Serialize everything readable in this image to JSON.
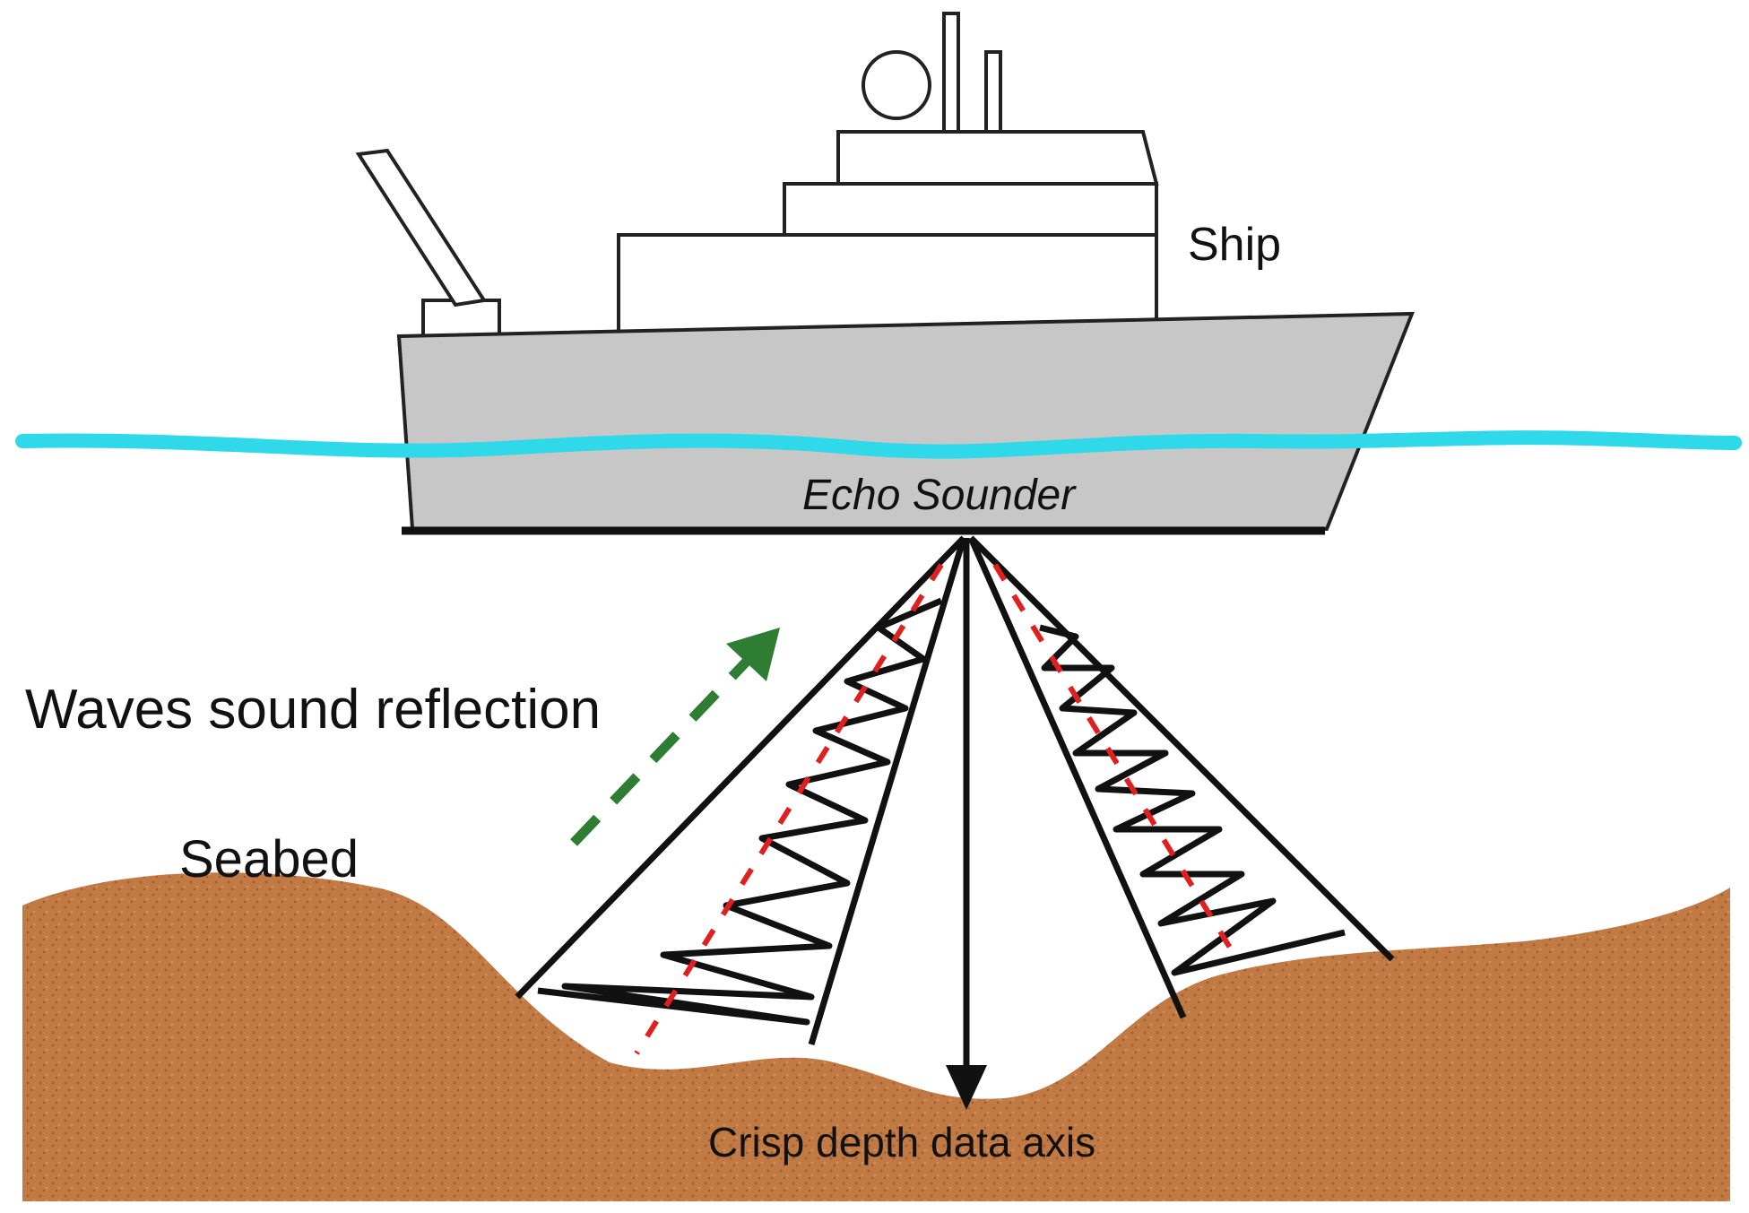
{
  "labels": {
    "ship": "Ship",
    "echo_sounder": "Echo Sounder",
    "waves_reflection": "Waves sound reflection",
    "seabed": "Seabed",
    "depth_axis": "Crisp depth data axis"
  },
  "colors": {
    "hull": "#c7c7c7",
    "superstructure": "#ffffff",
    "outline": "#222222",
    "water": "#2fd9ea",
    "seabed": "#c27a45",
    "seabed_speckle": "#a8622f",
    "beam_line": "#111111",
    "center_dashed": "#e02020",
    "reflection_arrow": "#2e7d32"
  }
}
